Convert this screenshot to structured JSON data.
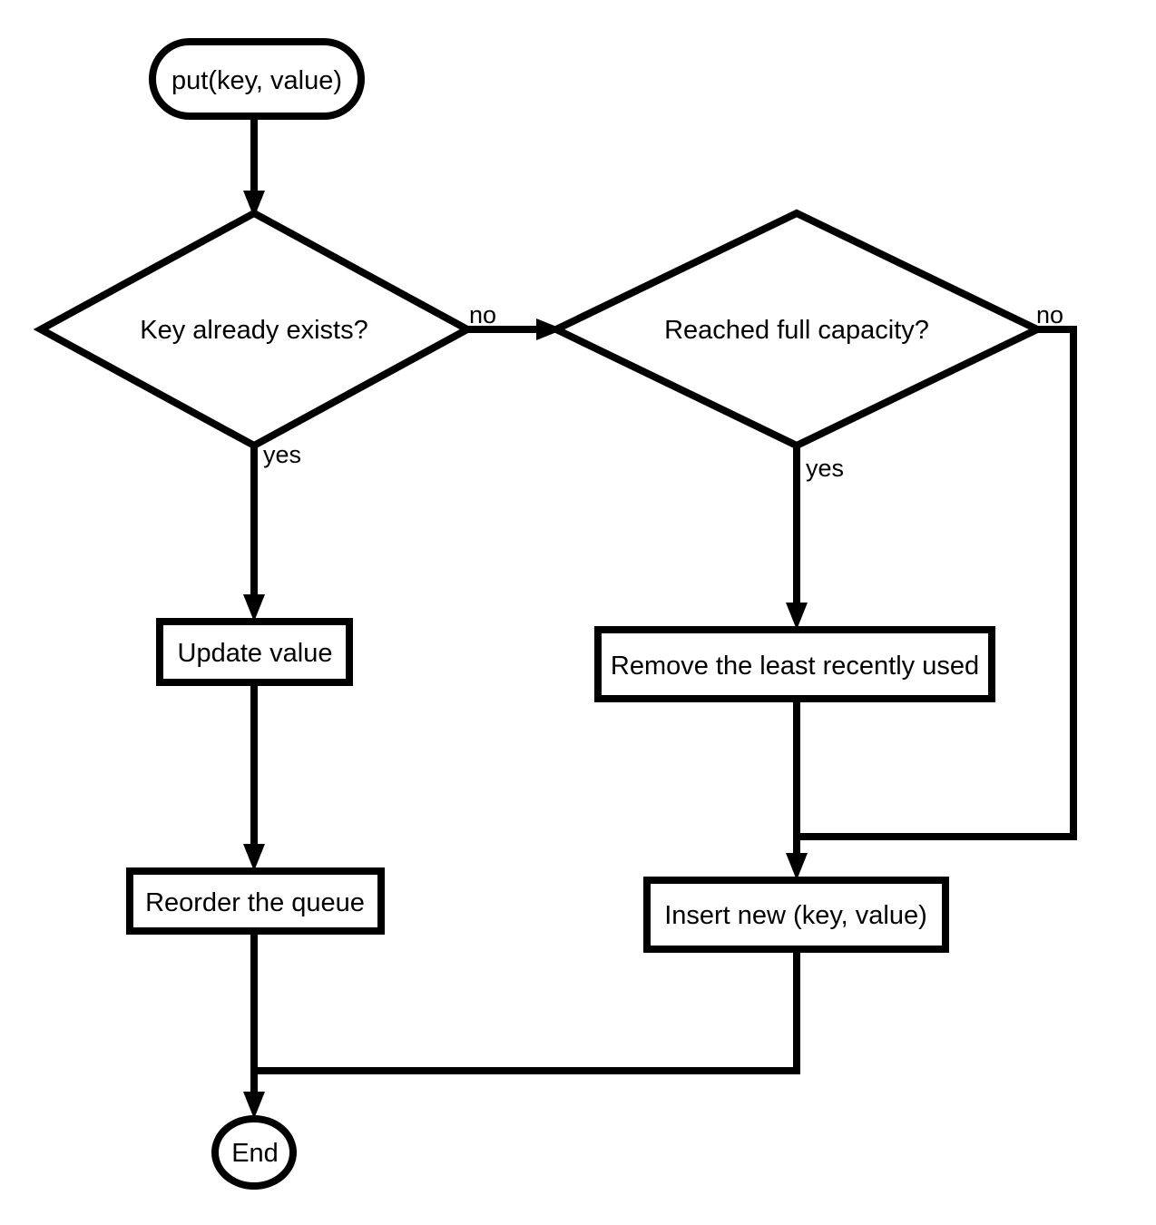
{
  "diagram": {
    "type": "flowchart",
    "title": "LRU Cache put(key, value) flowchart",
    "background_color": "#ffffff",
    "line_color": "#000000",
    "nodes": {
      "start": {
        "label": "put(key, value)",
        "shape": "stadium"
      },
      "decision_key_exists": {
        "label": "Key already exists?",
        "shape": "diamond"
      },
      "decision_full_capacity": {
        "label": "Reached full capacity?",
        "shape": "diamond"
      },
      "update_value": {
        "label": "Update value",
        "shape": "rectangle"
      },
      "remove_lru": {
        "label": "Remove the least recently used",
        "shape": "rectangle"
      },
      "reorder_queue": {
        "label": "Reorder the queue",
        "shape": "rectangle"
      },
      "insert_new": {
        "label": "Insert new (key, value)",
        "shape": "rectangle"
      },
      "end": {
        "label": "End",
        "shape": "ellipse"
      }
    },
    "edge_labels": {
      "key_exists_no": "no",
      "key_exists_yes": "yes",
      "full_capacity_no": "no",
      "full_capacity_yes": "yes"
    }
  }
}
